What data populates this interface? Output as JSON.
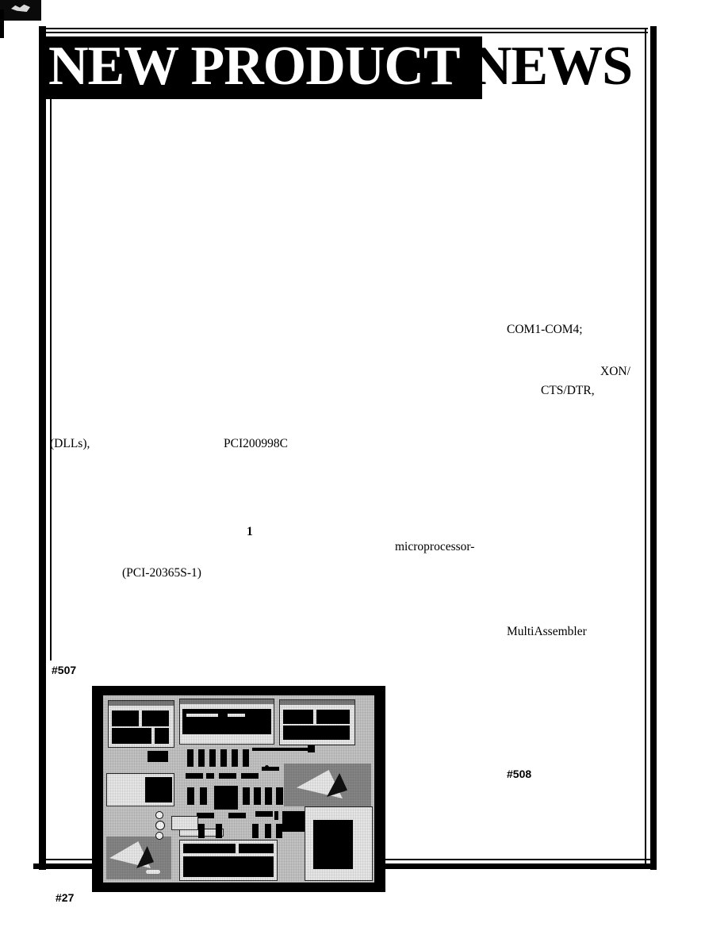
{
  "page": {
    "masthead": {
      "highlighted_words": "NEW PRODUCT",
      "plain_word": " NEWS",
      "full_title": "NEW PRODUCT NEWS"
    },
    "colors": {
      "ink": "#000000",
      "paper": "#ffffff",
      "banner_background": "#000000",
      "banner_text": "#ffffff"
    },
    "footer": {
      "page_number": "#27"
    }
  },
  "columns": {
    "left": {
      "fragments": [
        {
          "id": "dlls",
          "text": "(DLLs),"
        },
        {
          "id": "pci200998c",
          "text": "PCI200998C"
        },
        {
          "id": "numeral_one",
          "text": "1"
        },
        {
          "id": "pci20365s1",
          "text": "(PCI-20365S-1)"
        },
        {
          "id": "reference_507",
          "text": "#507"
        }
      ]
    },
    "right": {
      "fragments": [
        {
          "id": "com_ports",
          "text": "COM1-COM4;"
        },
        {
          "id": "xon",
          "text": "XON/"
        },
        {
          "id": "cts_dtr",
          "text": "CTS/DTR,"
        },
        {
          "id": "microprocessor",
          "text": "microprocessor-"
        },
        {
          "id": "multiassembler",
          "text": "MultiAssembler"
        },
        {
          "id": "reference_508",
          "text": "#508"
        }
      ]
    }
  },
  "figure": {
    "caption_reference": "#507",
    "description": "halftone-photograph-of-software-screen"
  }
}
